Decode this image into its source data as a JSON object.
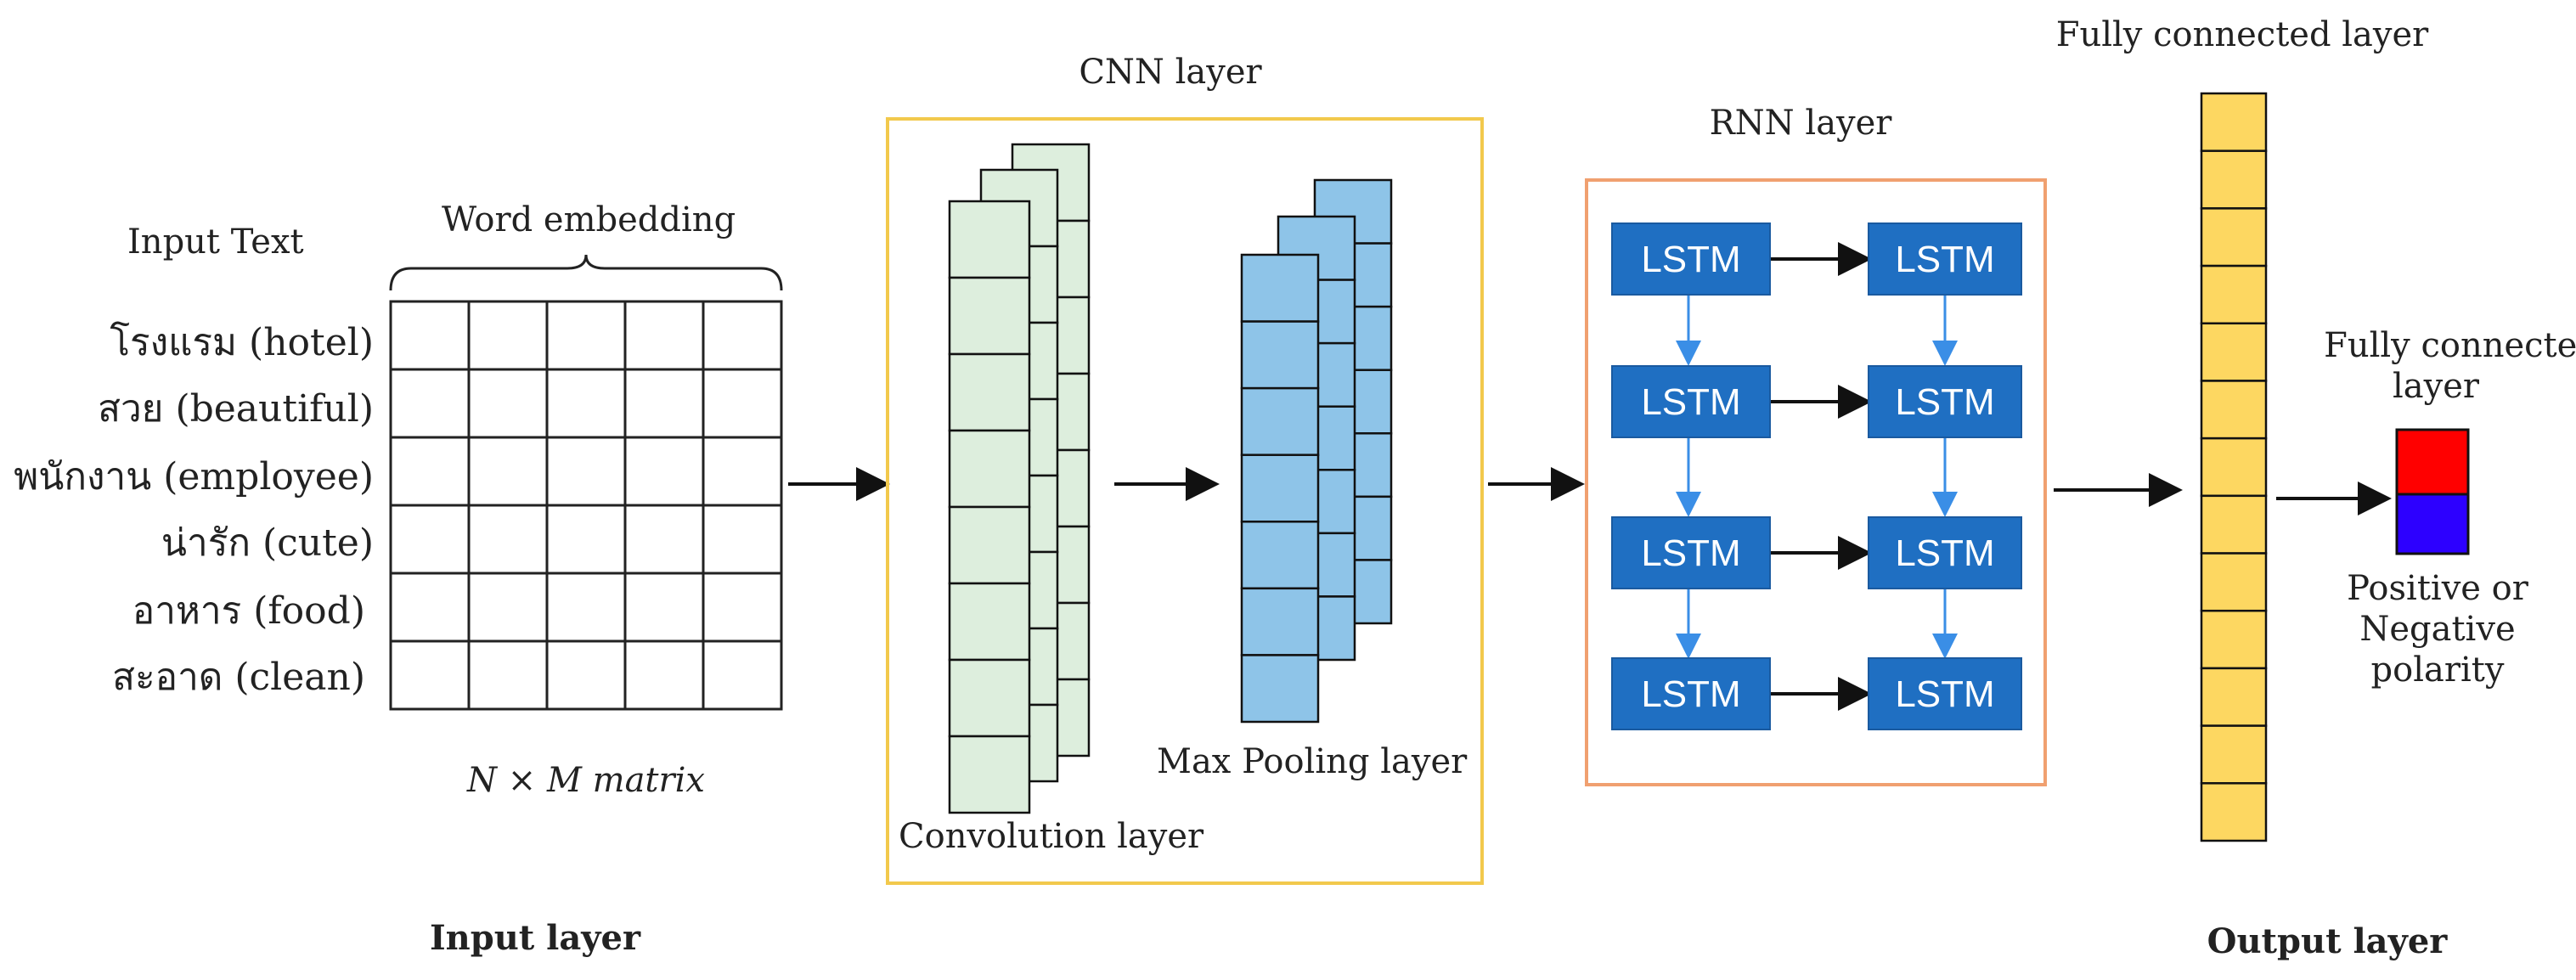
{
  "input": {
    "title": "Input Text",
    "embedding_label": "Word embedding",
    "words": [
      "โรงแรม (hotel)",
      "สวย (beautiful)",
      "พนักงาน (employee)",
      "น่ารัก (cute)",
      "อาหาร (food)",
      "สะอาด (clean)"
    ],
    "matrix_label": "N × M matrix",
    "layer_label": "Input layer"
  },
  "cnn": {
    "title": "CNN layer",
    "conv_label": "Convolution layer",
    "pool_label": "Max Pooling layer",
    "box_color": "#f2c94c",
    "conv_fill": "#ddeedd",
    "pool_fill": "#8ec4e8"
  },
  "rnn": {
    "title": "RNN layer",
    "cell_label": "LSTM",
    "box_color": "#f0a070",
    "cell_fill": "#1f6fc2"
  },
  "output": {
    "fc_title": "Fully connected layer",
    "fc_small_title_line1": "Fully connected",
    "fc_small_title_line2": "layer",
    "polarity_line1": "Positive or",
    "polarity_line2": "Negative",
    "polarity_line3": "polarity",
    "layer_label": "Output layer",
    "fc_fill": "#fdd761",
    "positive_color": "#ff0000",
    "negative_color": "#2d00ff"
  }
}
